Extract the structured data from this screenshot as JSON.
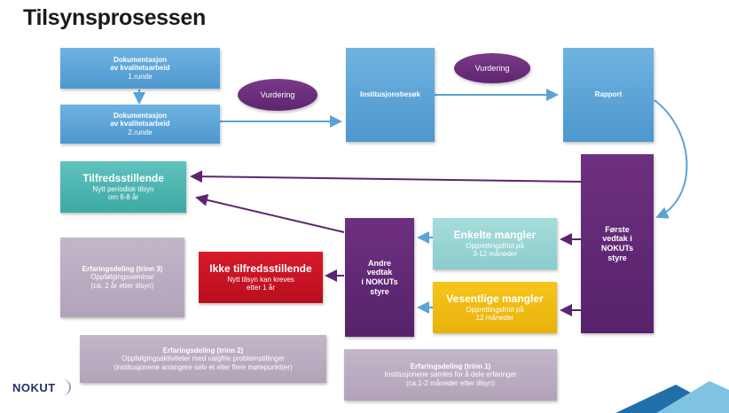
{
  "title": "Tilsynsprosessen",
  "doc1": {
    "line1": "Dokumentasjon",
    "line2": "av kvalitetsarbeid",
    "line3": "1.runde"
  },
  "doc2": {
    "line1": "Dokumentasjon",
    "line2": "av kvalitetsarbeid",
    "line3": "2.runde"
  },
  "vurdering1": "Vurdering",
  "vurdering2": "Vurdering",
  "institusjonsbesok": "Institusjonsbesøk",
  "rapport": "Rapport",
  "forste": {
    "line1": "Første",
    "line2": "vedtak i",
    "line3": "NOKUTs",
    "line4": "styre"
  },
  "andre": {
    "line1": "Andre",
    "line2": "vedtak",
    "line3": "i NOKUTs",
    "line4": "styre"
  },
  "tilfreds": {
    "title": "Tilfredsstillende",
    "line1": "Nytt periodisk tilsyn",
    "line2": "om 6-8 år"
  },
  "enkelte": {
    "title": "Enkelte mangler",
    "line1": "Opprettingsfrist på",
    "line2": "3-12 måneder"
  },
  "vesentlige": {
    "title": "Vesentlige mangler",
    "line1": "Opprettingsfrist på",
    "line2": "12 måneder"
  },
  "ikke": {
    "title": "Ikke tilfredsstillende",
    "line1": "Nytt tilsyn kan kreves",
    "line2": "etter 1 år"
  },
  "erf3": {
    "title": "Erfaringsdeling (trinn 3)",
    "line1": "Oppfølgingsseminar",
    "line2": "(ca. 2 år etter tilsyn)"
  },
  "erf2": {
    "title": "Erfaringsdeling (trinn 2)",
    "line1": "Oppfølgingsaktiviteter med valgfrie problemstillinger",
    "line2": "(institusjonene arrangere selv et eller flere møtepunkt(er)"
  },
  "erf1": {
    "title": "Erfaringsdeling (trinn 1)",
    "line1": "Institusjonene samles for å dele erfaringer",
    "line2": "(ca.1-2 måneder etter tilsyn)"
  },
  "logo": "NOKUT",
  "colors": {
    "blue": "#5aa3d6",
    "purple": "#5e2470",
    "teal": "#4cb5b0",
    "yellow": "#f0bb12",
    "red": "#c8141f",
    "gray": "#bbaec1",
    "navy": "#2a2f6b"
  }
}
